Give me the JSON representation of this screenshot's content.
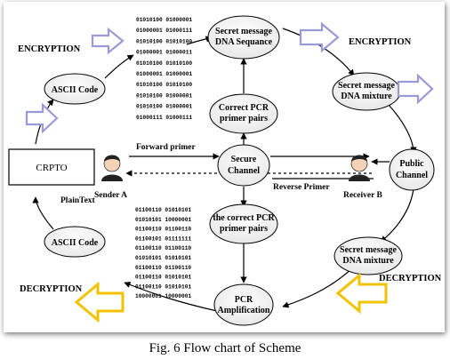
{
  "figure": {
    "caption": "Fig. 6 Flow chart of Scheme"
  },
  "nodes": {
    "secret_message_sequence": [
      "Secret message",
      "DNA Sequance"
    ],
    "correct_pcr_pairs": [
      "Correct PCR",
      "primer pairs"
    ],
    "secure_channel": [
      "Secure",
      "Channel"
    ],
    "the_correct_pcr_pairs": [
      "the correct PCR",
      "primer pairs"
    ],
    "pcr_amplification": [
      "PCR",
      "Amplification"
    ],
    "secret_message_mixture_top": [
      "Secret message",
      "DNA mixture"
    ],
    "public_channel": [
      "Public",
      "Channel"
    ],
    "secret_message_mixture_bottom": [
      "Secret message",
      "DNA mixture"
    ],
    "ascii_code_top": "ASCII Code",
    "ascii_code_bottom": "ASCII Code",
    "crpto": "CRPTO"
  },
  "labels": {
    "encryption_left": "ENCRYPTION",
    "encryption_right": "ENCRYPTION",
    "decryption_left": "DECRYPTION",
    "decryption_right": "DECRYPTION",
    "forward_primer": "Forward primer",
    "reverse_primer": "Reverse Primer",
    "plaintext": "PlainText",
    "sender": "Sender A",
    "receiver": "Receiver B"
  },
  "binary_top": [
    "01010100 01000001",
    "01000001 01000111",
    "01010100 01010100",
    "01000001 01000011",
    "01010100 01010100",
    "01000001 01000001",
    "01010100 01010100",
    "01010100 01000001",
    "01010100 01000001",
    "01000111 01000111"
  ],
  "binary_bottom": [
    "01100110 01010101",
    "01010101 10000001",
    "01100110 01100110",
    "01100101 01111111",
    "01100110 01100110",
    "01010101 01010101",
    "01100110 01100110",
    "01100110 01010101",
    "01100110 01010101",
    "10000001 10000001"
  ],
  "colors": {
    "encryption_arrow": "#9a9ad8",
    "decryption_arrow": "#f2c200",
    "line": "#000000"
  }
}
